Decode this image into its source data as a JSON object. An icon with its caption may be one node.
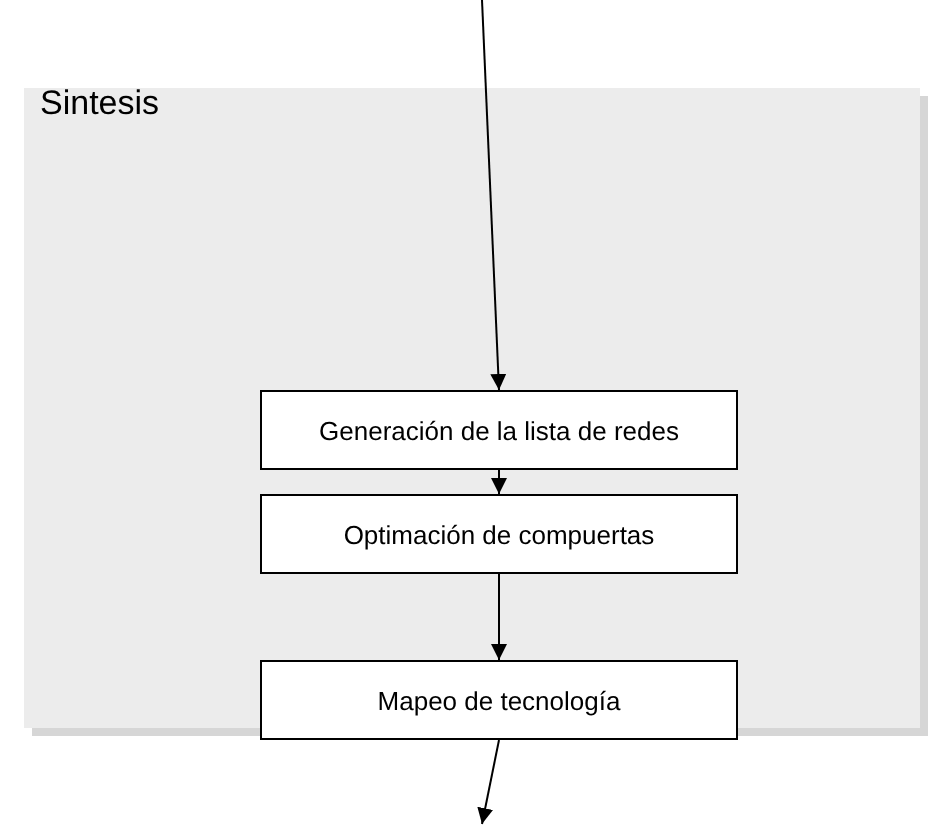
{
  "diagram": {
    "nodes": [
      {
        "text": [
          "Sintesis"
        ]
      },
      {
        "text": [
          "Generación de la lista de redes"
        ],
        "in": 0
      },
      {
        "text": [
          "Optimación de compuertas"
        ],
        "in": 0
      },
      {
        "text": [
          "Mapeo de tecnología"
        ],
        "in": 0
      }
    ],
    "edges": [
      {
        "from": null,
        "to": 1,
        "arrow": "to"
      },
      {
        "from": 1,
        "to": 2,
        "arrow": "to"
      },
      {
        "from": 2,
        "to": 3,
        "arrow": "to"
      },
      {
        "from": 3,
        "to": null,
        "arrow": "to"
      }
    ]
  }
}
